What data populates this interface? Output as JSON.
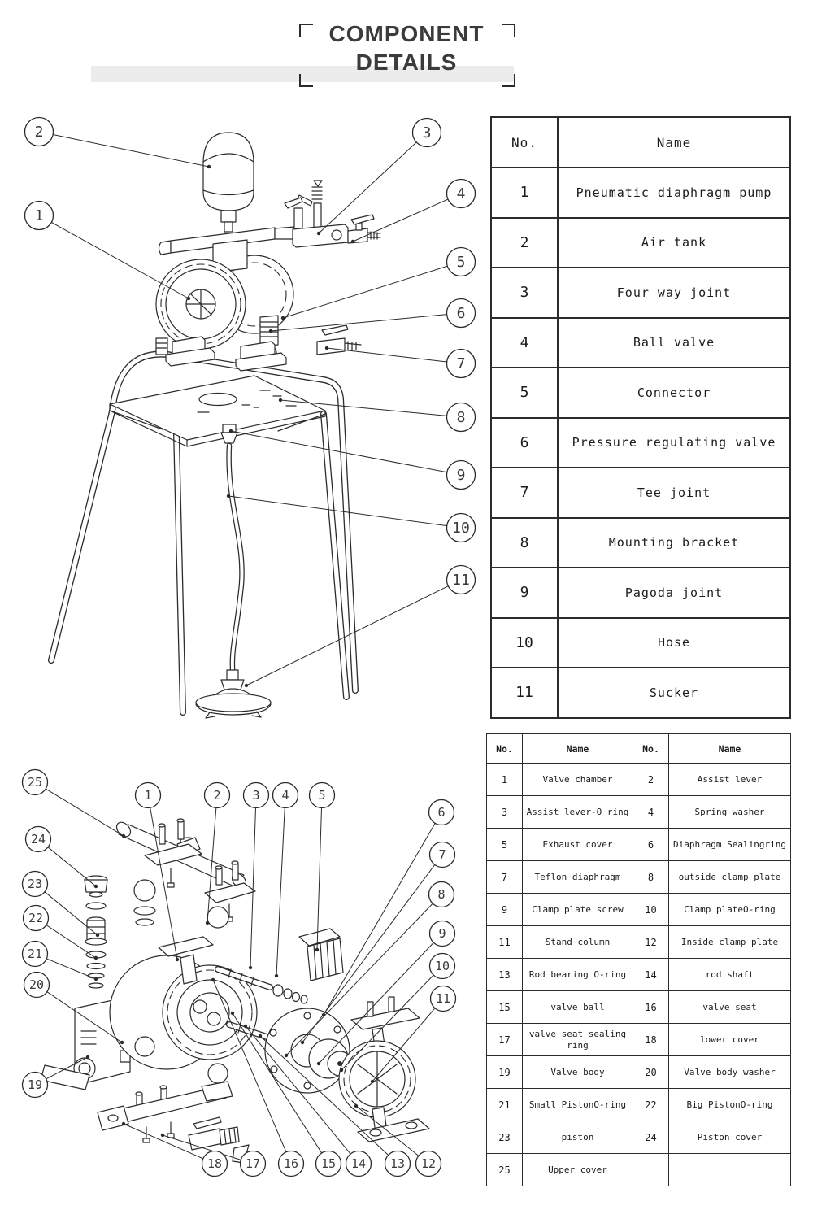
{
  "page": {
    "title_line1": "COMPONENT",
    "title_line2": "DETAILS"
  },
  "colors": {
    "line": "#2b2b2b",
    "band": "#ececec",
    "text": "#1b1b1b"
  },
  "table1": {
    "headers": [
      "No.",
      "Name"
    ],
    "rows": [
      [
        "1",
        "Pneumatic diaphragm pump"
      ],
      [
        "2",
        "Air tank"
      ],
      [
        "3",
        "Four way joint"
      ],
      [
        "4",
        "Ball valve"
      ],
      [
        "5",
        "Connector"
      ],
      [
        "6",
        "Pressure regulating valve"
      ],
      [
        "7",
        "Tee joint"
      ],
      [
        "8",
        "Mounting bracket"
      ],
      [
        "9",
        "Pagoda joint"
      ],
      [
        "10",
        "Hose"
      ],
      [
        "11",
        "Sucker"
      ]
    ]
  },
  "table2": {
    "headers": [
      "No.",
      "Name",
      "No.",
      "Name"
    ],
    "rows": [
      [
        "1",
        "Valve chamber",
        "2",
        "Assist lever"
      ],
      [
        "3",
        "Assist lever-O ring",
        "4",
        "Spring washer"
      ],
      [
        "5",
        "Exhaust cover",
        "6",
        "Diaphragm Sealingring"
      ],
      [
        "7",
        "Teflon diaphragm",
        "8",
        "outside clamp plate"
      ],
      [
        "9",
        "Clamp plate screw",
        "10",
        "Clamp plateO-ring"
      ],
      [
        "11",
        "Stand column",
        "12",
        "Inside clamp plate"
      ],
      [
        "13",
        "Rod bearing O-ring",
        "14",
        "rod shaft"
      ],
      [
        "15",
        "valve ball",
        "16",
        "valve seat"
      ],
      [
        "17",
        "valve seat sealing ring",
        "18",
        "lower cover"
      ],
      [
        "19",
        "Valve body",
        "20",
        "Valve body washer"
      ],
      [
        "21",
        "Small PistonO-ring",
        "22",
        "Big PistonO-ring"
      ],
      [
        "23",
        "piston",
        "24",
        "Piston cover"
      ],
      [
        "25",
        "Upper cover",
        "",
        ""
      ]
    ]
  },
  "diagram1": {
    "callouts": [
      "2",
      "1",
      "3",
      "4",
      "5",
      "6",
      "7",
      "8",
      "9",
      "10",
      "11"
    ]
  },
  "diagram2": {
    "callouts": [
      "25",
      "24",
      "23",
      "22",
      "21",
      "20",
      "19",
      "1",
      "2",
      "3",
      "4",
      "5",
      "6",
      "7",
      "8",
      "9",
      "10",
      "11",
      "12",
      "13",
      "14",
      "15",
      "16",
      "17",
      "18"
    ]
  }
}
